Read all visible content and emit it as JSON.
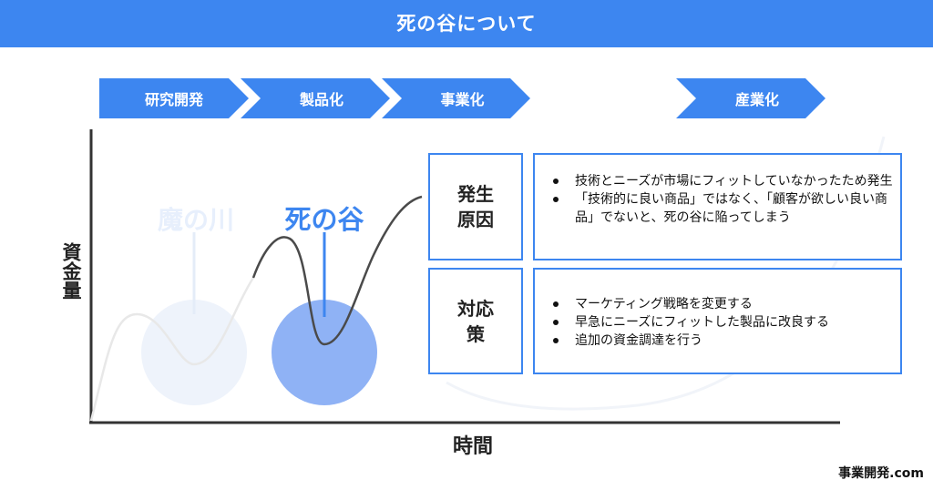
{
  "header": {
    "title": "死の谷について"
  },
  "stages": [
    "研究開発",
    "製品化",
    "事業化",
    "産業化"
  ],
  "axes": {
    "y": "資金量",
    "x": "時間"
  },
  "zones": {
    "river": "魔の川",
    "valley": "死の谷"
  },
  "table": {
    "rows": [
      {
        "header": "発生原因",
        "items": [
          "技術とニーズが市場にフィットしていなかったため発生",
          "「技術的に良い商品」ではなく、「顧客が欲しい良い商品」でないと、死の谷に陥ってしまう"
        ]
      },
      {
        "header": "対応策",
        "items": [
          "マーケティング戦略を変更する",
          "早急にニーズにフィットした製品に改良する",
          "追加の資金調達を行う"
        ]
      }
    ]
  },
  "logo": "事業開発.com",
  "colors": {
    "accent": "#3d86f0",
    "valley_circle": "#8fb2f5",
    "river_circle": "#eef3fb"
  }
}
